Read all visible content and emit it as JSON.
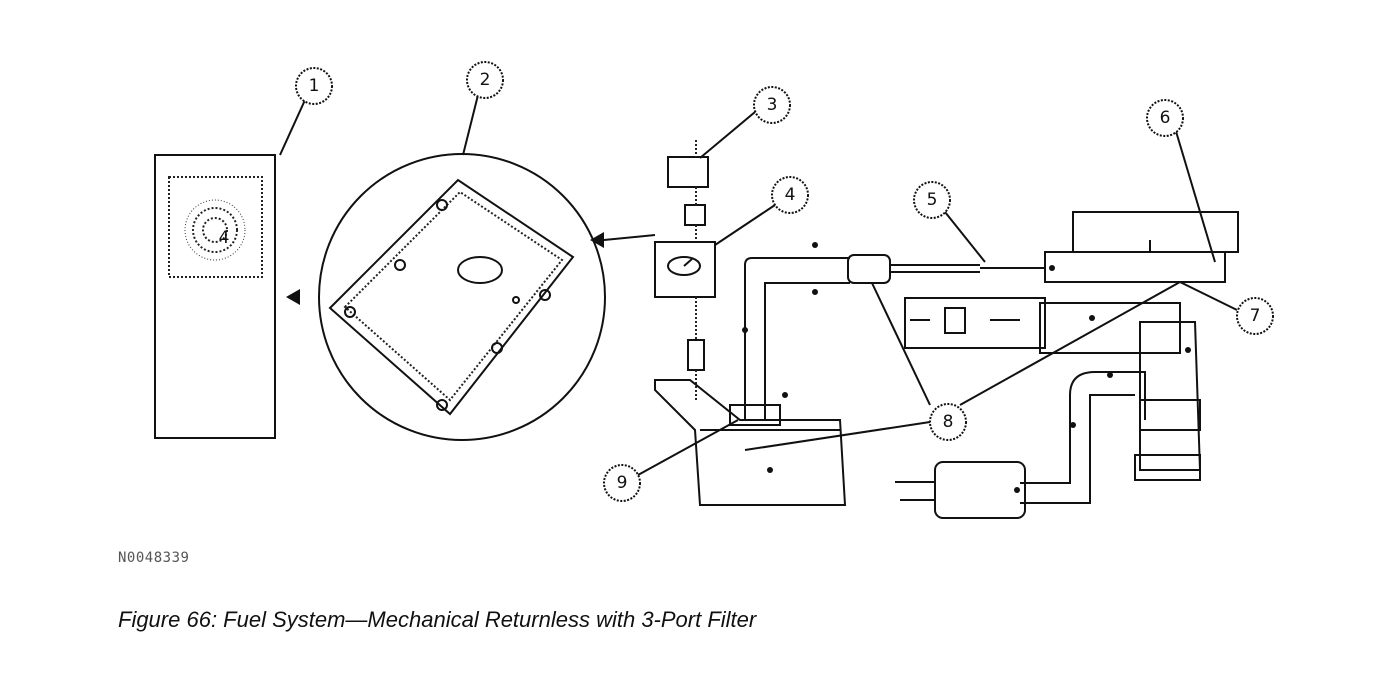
{
  "figure": {
    "image_id": "N0048339",
    "caption": "Figure 66: Fuel System—Mechanical Returnless with 3-Port Filter"
  },
  "callouts": [
    {
      "label": "1"
    },
    {
      "label": "2"
    },
    {
      "label": "3"
    },
    {
      "label": "4"
    },
    {
      "label": "5"
    },
    {
      "label": "6"
    },
    {
      "label": "7"
    },
    {
      "label": "8"
    },
    {
      "label": "9"
    }
  ]
}
